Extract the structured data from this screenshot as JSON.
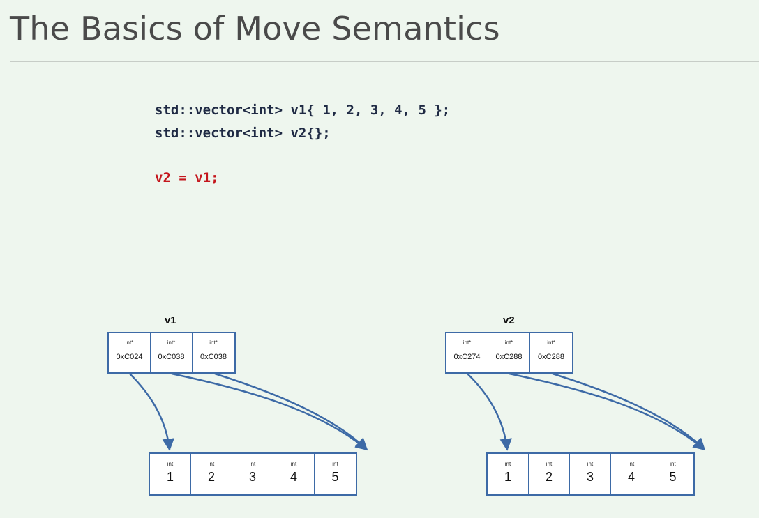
{
  "slide": {
    "title": "The Basics of Move Semantics"
  },
  "code": {
    "line1": "std::vector<int> v1{ 1, 2, 3, 4, 5 };",
    "line2": "std::vector<int> v2{};",
    "line3": "v2 = v1;"
  },
  "colors": {
    "code": "#1f2a44",
    "highlight": "#c4161c",
    "box_border": "#3d6aa6",
    "background": "#eef6ee"
  },
  "v1": {
    "label": "v1",
    "pointers": [
      {
        "type": "int*",
        "addr": "0xC024"
      },
      {
        "type": "int*",
        "addr": "0xC038"
      },
      {
        "type": "int*",
        "addr": "0xC038"
      }
    ],
    "array": [
      {
        "type": "int",
        "value": "1"
      },
      {
        "type": "int",
        "value": "2"
      },
      {
        "type": "int",
        "value": "3"
      },
      {
        "type": "int",
        "value": "4"
      },
      {
        "type": "int",
        "value": "5"
      }
    ]
  },
  "v2": {
    "label": "v2",
    "pointers": [
      {
        "type": "int*",
        "addr": "0xC274"
      },
      {
        "type": "int*",
        "addr": "0xC288"
      },
      {
        "type": "int*",
        "addr": "0xC288"
      }
    ],
    "array": [
      {
        "type": "int",
        "value": "1"
      },
      {
        "type": "int",
        "value": "2"
      },
      {
        "type": "int",
        "value": "3"
      },
      {
        "type": "int",
        "value": "4"
      },
      {
        "type": "int",
        "value": "5"
      }
    ]
  }
}
